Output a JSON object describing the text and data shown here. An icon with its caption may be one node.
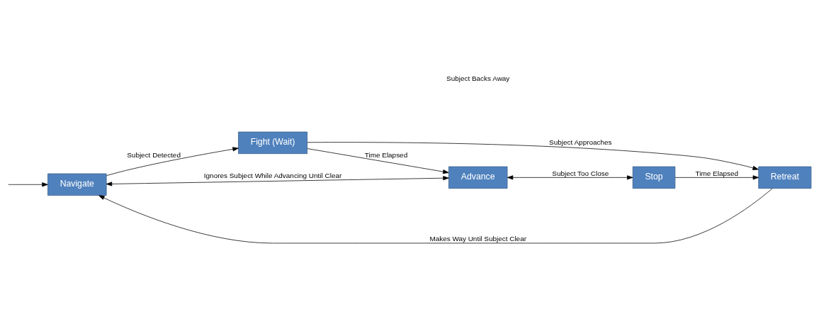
{
  "diagram": {
    "nodes": [
      {
        "text": [
          "Navigate"
        ]
      },
      {
        "text": [
          "Fight (Wait)"
        ]
      },
      {
        "text": [
          "Advance"
        ]
      },
      {
        "text": [
          "Stop"
        ]
      },
      {
        "text": [
          "Retreat"
        ]
      }
    ],
    "edges": [
      {
        "from": null,
        "to": 0,
        "arrow": "to"
      },
      {
        "from": 0,
        "to": 1,
        "arrow": "to",
        "label": "Subject Detected"
      },
      {
        "from": 1,
        "to": 2,
        "arrow": "to",
        "label": "Time Elapsed"
      },
      {
        "from": 1,
        "to": 4,
        "arrow": "to",
        "label": "Subject Approaches"
      },
      {
        "from": 2,
        "to": 0,
        "arrow": "both",
        "label": "Ignores Subject While Advancing Until Clear"
      },
      {
        "from": 2,
        "to": 3,
        "arrow": "both",
        "label": "Subject Too Close"
      },
      {
        "from": 3,
        "to": 4,
        "arrow": "to",
        "label": "Time Elapsed"
      },
      {
        "from": 4,
        "to": 0,
        "arrow": "to",
        "label": "Makes Way Until Subject Clear"
      }
    ],
    "labels": [
      "Subject Backs Away"
    ]
  }
}
